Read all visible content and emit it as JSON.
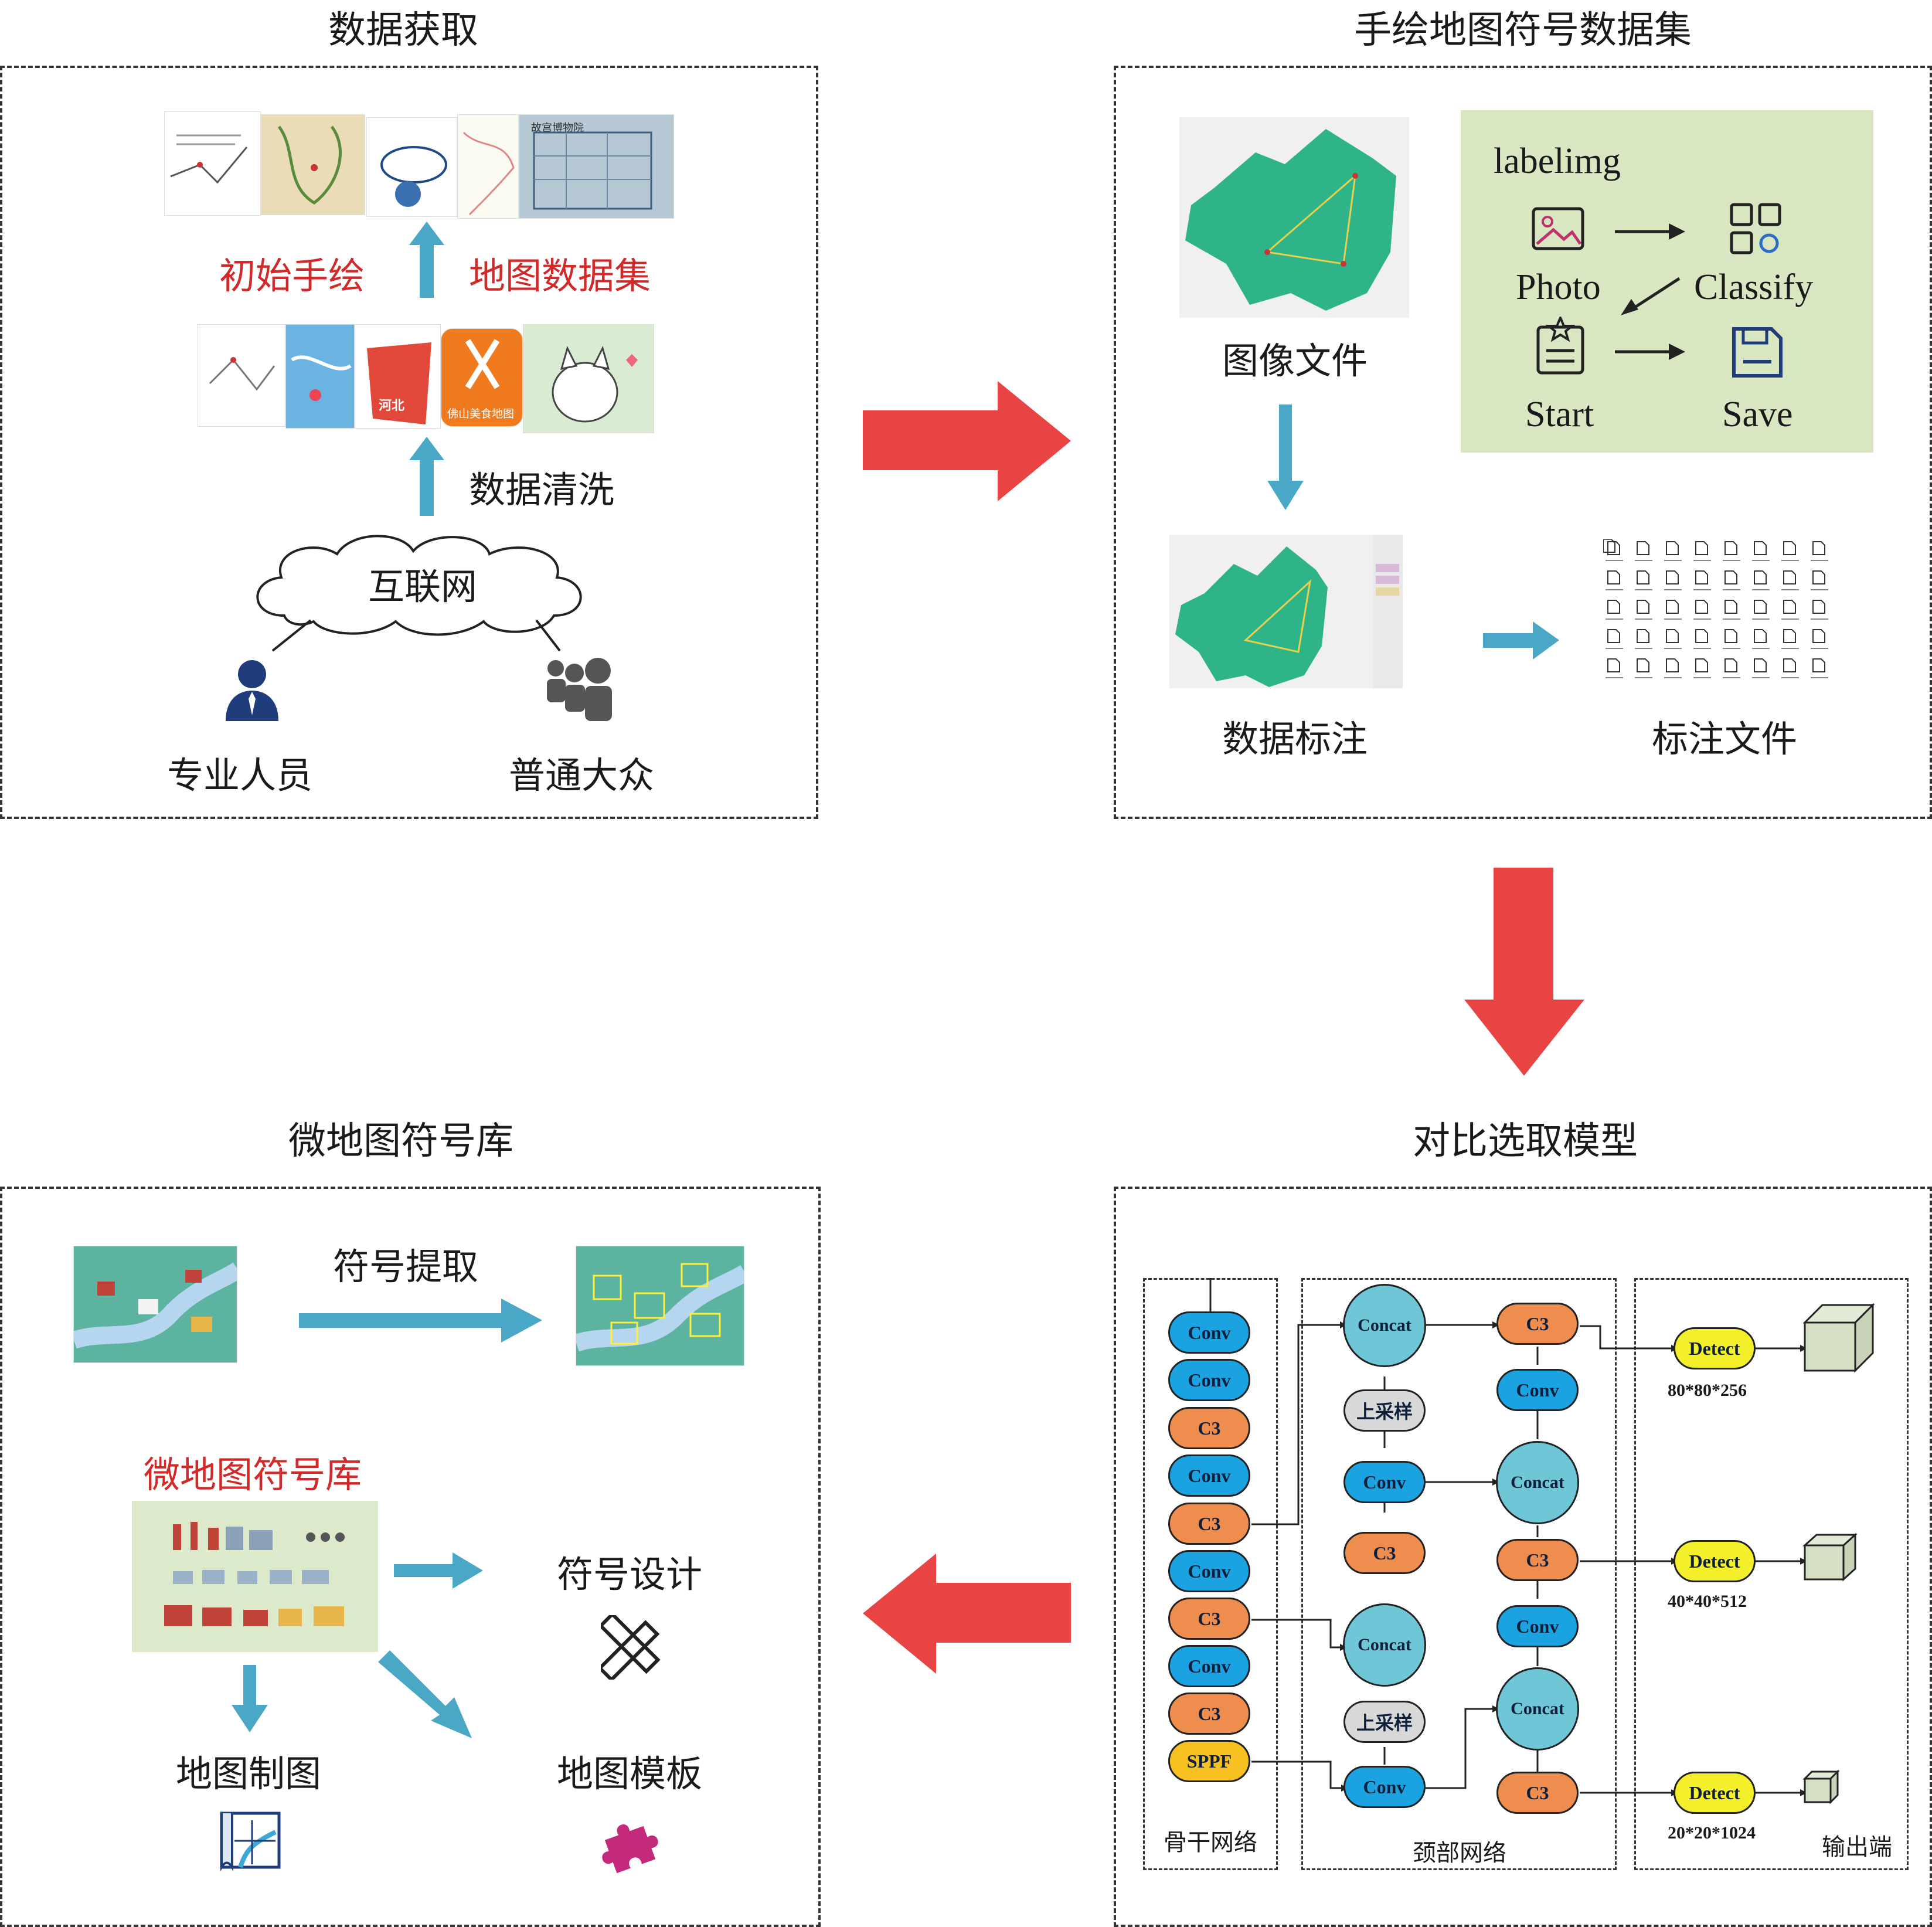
{
  "colors": {
    "red_arrow": "#e84444",
    "blue_arrow": "#4aa8c6",
    "province": "#2fb48a",
    "labelimg_bg": "#d8e6c2"
  },
  "panel1": {
    "title": "数据获取",
    "label_initial": "初始手绘",
    "label_dataset": "地图数据集",
    "label_clean": "数据清洗",
    "label_internet": "互联网",
    "label_professional": "专业人员",
    "label_public": "普通大众",
    "thumb_text_app": "佛山美食地图",
    "thumb_text_region": "河北",
    "thumb_text_museum": "故宫博物院",
    "icons": [
      "cloud-icon",
      "person-icon",
      "people-icon"
    ]
  },
  "panel2": {
    "title": "手绘地图符号数据集",
    "label_image": "图像文件",
    "label_annotate": "数据标注",
    "label_annotation_files": "标注文件",
    "labelimg": {
      "title": "labelimg",
      "photo": "Photo",
      "classify": "Classify",
      "start": "Start",
      "save": "Save"
    }
  },
  "panel3": {
    "title": "对比选取模型",
    "backbone": {
      "label": "骨干网络",
      "blocks": [
        "Conv",
        "Conv",
        "C3",
        "Conv",
        "C3",
        "Conv",
        "C3",
        "Conv",
        "C3",
        "SPPF"
      ]
    },
    "neck": {
      "label": "颈部网络",
      "col1": [
        "Concat",
        "上采样",
        "Conv",
        "C3",
        "Concat",
        "上采样",
        "Conv"
      ],
      "col2": [
        "C3",
        "Conv",
        "Concat",
        "C3",
        "Conv",
        "Concat",
        "C3"
      ]
    },
    "head": {
      "label": "输出端",
      "detect": "Detect",
      "sizes": [
        "80*80*256",
        "40*40*512",
        "20*20*1024"
      ]
    }
  },
  "panel4": {
    "title": "微地图符号库",
    "label_extract": "符号提取",
    "label_library": "微地图符号库",
    "label_design": "符号设计",
    "label_mapping": "地图制图",
    "label_template": "地图模板",
    "icons": [
      "ruler-pencil-icon",
      "map-icon",
      "puzzle-icon"
    ]
  }
}
